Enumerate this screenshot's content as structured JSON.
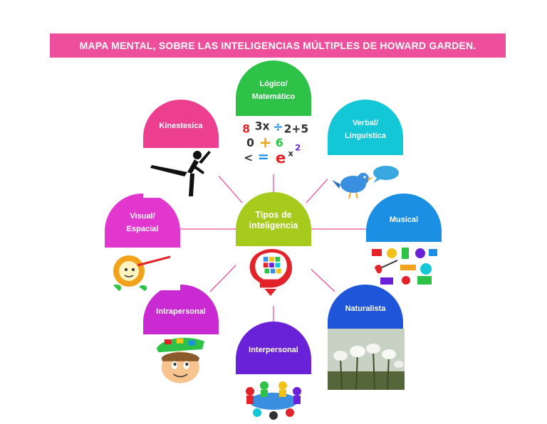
{
  "title": "MAPA MENTAL, SOBRE LAS INTELIGENCIAS MÚLTIPLES DE HOWARD GARDEN.",
  "center": {
    "label_line1": "Tipos de",
    "label_line2": "inteligencia",
    "color": "#a6cb1c"
  },
  "nodes": {
    "logico": {
      "line1": "Lógico/",
      "line2": "Matemático",
      "color": "#2ec249",
      "icon": "math-symbols-icon"
    },
    "verbal": {
      "line1": "Verbal/",
      "line2": "Linguística",
      "color": "#13c7d6",
      "icon": "bird-speech-icon"
    },
    "musical": {
      "line1": "Musical",
      "line2": "",
      "color": "#1a8fe3",
      "icon": "music-instruments-icon"
    },
    "naturalista": {
      "line1": "Naturalista",
      "line2": "",
      "color": "#1f56d9",
      "icon": "flowers-icon"
    },
    "interpersonal": {
      "line1": "Interpersonal",
      "line2": "",
      "color": "#6a22d8",
      "icon": "people-table-icon"
    },
    "intrapersonal": {
      "line1": "Intrapersonal",
      "line2": "",
      "color": "#c92ad1",
      "icon": "thinking-head-icon"
    },
    "visual": {
      "line1": "Visual/",
      "line2": "Espacial",
      "color": "#e237cf",
      "icon": "flower-paint-icon"
    },
    "kinestesica": {
      "line1": "Kinestesica",
      "line2": "",
      "color": "#ec3f8f",
      "icon": "dancer-icon"
    }
  },
  "connector_color": "#ee4f9c"
}
